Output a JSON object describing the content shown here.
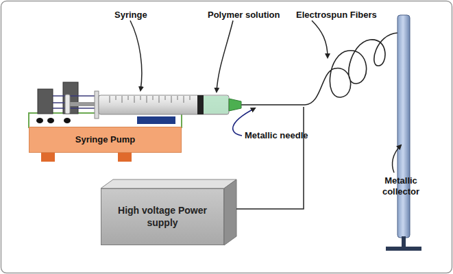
{
  "diagram": {
    "nodes": [
      {
        "text": [
          "Syringe Pump"
        ]
      },
      {
        "text": [
          "High voltage Power supply"
        ]
      }
    ],
    "labels": [
      "Syringe",
      "Polymer solution",
      "Electrospun Fibers",
      "Metallic needle",
      "Metallic collector"
    ]
  }
}
